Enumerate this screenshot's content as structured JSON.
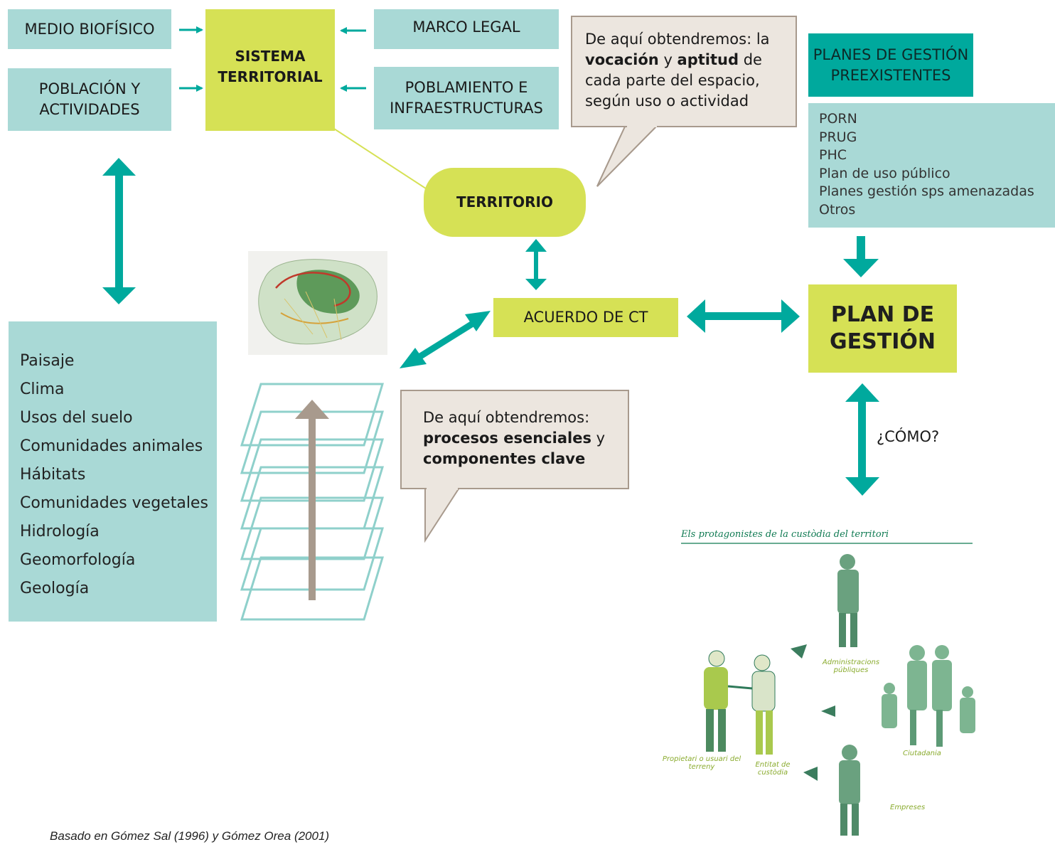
{
  "top_inputs": {
    "medio_biofisico": "MEDIO BIOFÍSICO",
    "poblacion": [
      "POBLACIÓN Y",
      "ACTIVIDADES"
    ],
    "marco_legal": "MARCO LEGAL",
    "poblamiento": [
      "POBLAMIENTO E",
      "INFRAESTRUCTURAS"
    ]
  },
  "sistema_territorial": [
    "SISTEMA",
    "TERRITORIAL"
  ],
  "territorio": "TERRITORIO",
  "acuerdo": "ACUERDO DE CT",
  "plan_gestion": [
    "PLAN DE",
    "GESTIÓN"
  ],
  "planes_preexistentes": {
    "title": [
      "PLANES DE GESTIÓN",
      "PREEXISTENTES"
    ],
    "items": [
      "PORN",
      "PRUG",
      "PHC",
      "Plan de uso público",
      "Planes gestión sps amenazadas",
      "Otros"
    ]
  },
  "bubble_top": {
    "line1": "De aquí obtendremos: la",
    "bold1": "vocación",
    "mid": " y ",
    "bold2": "aptitud",
    "after": " de",
    "line3": "cada parte del espacio,",
    "line4": "según uso o actividad"
  },
  "bubble_bottom": {
    "line1": "De aquí obtendremos:",
    "bold1": "procesos esenciales",
    "after": " y",
    "bold2": "componentes clave"
  },
  "left_list": [
    "Paisaje",
    "Clima",
    "Usos del suelo",
    "Comunidades animales",
    "Hábitats",
    "Comunidades vegetales",
    "Hidrología",
    "Geomorfología",
    "Geología"
  ],
  "como": "¿CÓMO?",
  "illustration": {
    "title": "Els protagonistes de la custòdia del territori",
    "labels": [
      "Administracions públiques",
      "Ciutadania",
      "Empreses",
      "Propietari o usuari del terreny",
      "Entitat de custòdia"
    ]
  },
  "credit": "Basado en Gómez Sal (1996) y Gómez Orea (2001)",
  "colors": {
    "teal_light": "#a9d9d6",
    "teal_dark": "#00a99d",
    "arrow": "#00a99d",
    "lime": "#d6e155",
    "bubble": "#ece6df"
  }
}
